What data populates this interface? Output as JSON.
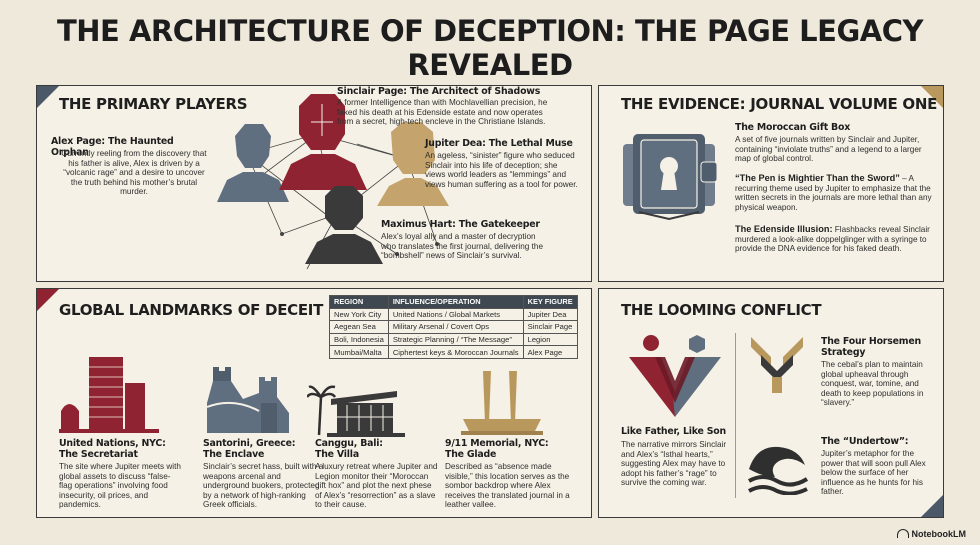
{
  "title": "THE ARCHITECTURE OF DECEPTION: THE PAGE LEGACY REVEALED",
  "colors": {
    "crimson": "#8f2331",
    "slate": "#4f5d6d",
    "gold": "#b9985e",
    "charcoal": "#3a3a3a",
    "paper": "#f6f1e6"
  },
  "players": {
    "heading": "THE PRIMARY PLAYERS",
    "sinclair": {
      "name": "Sinclair Page: The Architect of Shadows",
      "desc": "A former Intelligence than with Mochlavellian precision, he faked his death at his Edenside estate and now operates from a secret, high-tech encleve in the Christiane Islands."
    },
    "alex": {
      "name": "Alex Page: The Haunted Orphan",
      "desc": "Currently reeling from the discovery that his father is alive, Alex is driven by a “volcanic rage” and a desire to uncover the truth behind his mother’s brutal murder."
    },
    "jupiter": {
      "name": "Jupiter Dea: The Lethal Muse",
      "desc": "An ageless, “sinister” figure who seduced Sinclair into his life of deception; she views world leaders as “lemmings” and views human suffering as a tool for power."
    },
    "maximus": {
      "name": "Maximus Hart: The Gatekeeper",
      "desc": "Alex’s loyal ally and a master of decryption who translates the first journal, delivering the “bombshell” news of Sinclair’s survival."
    }
  },
  "evidence": {
    "heading": "THE EVIDENCE: JOURNAL VOLUME ONE",
    "items": [
      {
        "name": "The Moroccan Gift Box",
        "desc": "A set of five journals written by Sinclair and Jupiter, containing “inviolate truths” and a legend to a larger map of global control."
      },
      {
        "name": "“The Pen is Mightier Than the Sword”",
        "desc": " – A recurring theme used by Jupiter to emphasize that the written secrets in the journals are more lethal than any physical weapon."
      },
      {
        "name": "The Edenside Illusion:",
        "desc": " Flashbacks reveal Sinclair murdered a look-alike doppelglinger with a syringe to provide the DNA evidence for his faked death."
      }
    ]
  },
  "landmarks": {
    "heading": "GLOBAL LANDMARKS OF DECEIT",
    "table": {
      "headers": [
        "REGION",
        "INFLUENCE/OPERATION",
        "KEY FIGURE"
      ],
      "rows": [
        [
          "New York City",
          "United Nations / Global Markets",
          "Jupiter Dea"
        ],
        [
          "Aegean Sea",
          "Military Arsenal / Covert Ops",
          "Sinclair Page"
        ],
        [
          "Boli, Indonesia",
          "Strategic Planning / “The Message”",
          "Legion"
        ],
        [
          "Mumbai/Malta",
          "Ciphertest keys & Moroccan Journals",
          "Alex Page"
        ]
      ]
    },
    "places": [
      {
        "name": "United Nations, NYC:",
        "sub": "The Secretariat",
        "desc": "The site where Jupiter meets with global assets to discuss “false-flag operations” involving food insecurity, oil prices, and pandemics."
      },
      {
        "name": "Santorini, Greece:",
        "sub": "The Enclave",
        "desc": "Sinclair’s secret hass, built with a weapons arcenal and underground buokers, protected by a network of high-ranking Greek officials."
      },
      {
        "name": "Canggu, Bali:",
        "sub": "The Villa",
        "desc": "A luxury retreat where Jupiter and Legion monitor their “Moroccan gift hox” and plot the next phese of Alex’s “resorrection” as a slave to their cause."
      },
      {
        "name": "9/11 Memorial, NYC:",
        "sub": "The Glade",
        "desc": "Described as “absence made visible,” this location serves as the sombor backdrop where Alex receives the translated journal in a leather vallee."
      }
    ]
  },
  "conflict": {
    "heading": "THE LOOMING CONFLICT",
    "father": {
      "name": "Like Father, Like Son",
      "desc": "The narrative mirrors Sinclair and Alex’s “Isthal hearts,” suggesting Alex may have to adopt his father’s “rage” to survive the coming war."
    },
    "horsemen": {
      "name": "The Four Horsemen Strategy",
      "desc": "The cebal’s plan to maintain global upheaval through conquest, war, tomine, and death to keep populations in “slavery.”"
    },
    "undertow": {
      "name": "The “Undertow”:",
      "desc": "Jupiter’s metaphor for the power that will soon pull Alex below the surface of her influence as he hunts for his father."
    }
  },
  "brand": "NotebookLM",
  "icons": [
    "player-portraits-icon",
    "journal-keyhole-icon",
    "un-building-icon",
    "greek-enclave-icon",
    "bali-villa-icon",
    "memorial-icon",
    "father-son-icon",
    "horsemen-icon",
    "undertow-wave-icon"
  ]
}
